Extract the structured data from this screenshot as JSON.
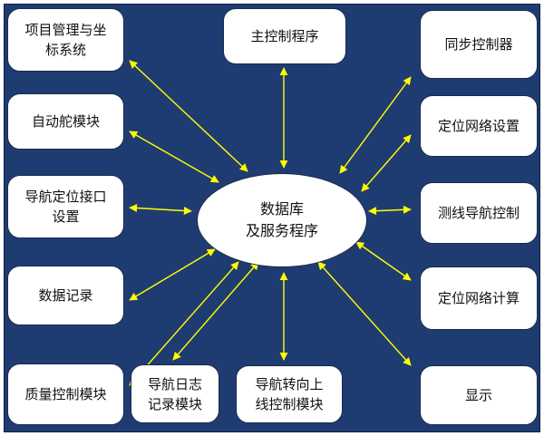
{
  "colors": {
    "background": "#1f3c72",
    "arrow": "#ffff00",
    "box": "#ffffff"
  },
  "center": {
    "line1": "数据库",
    "line2": "及服务程序"
  },
  "modules": {
    "project": "项目管理与坐\n标系统",
    "main": "主控制程序",
    "sync": "同步控制器",
    "autopilot": "自动舵模块",
    "posnet_setup": "定位网络设置",
    "nav_iface": "导航定位接口\n设置",
    "survey": "测线导航控制",
    "record": "数据记录",
    "posnet_calc": "定位网络计算",
    "quality": "质量控制模块",
    "navlog": "导航日志\n记录模块",
    "navturn": "导航转向上\n线控制模块",
    "display": "显示"
  }
}
